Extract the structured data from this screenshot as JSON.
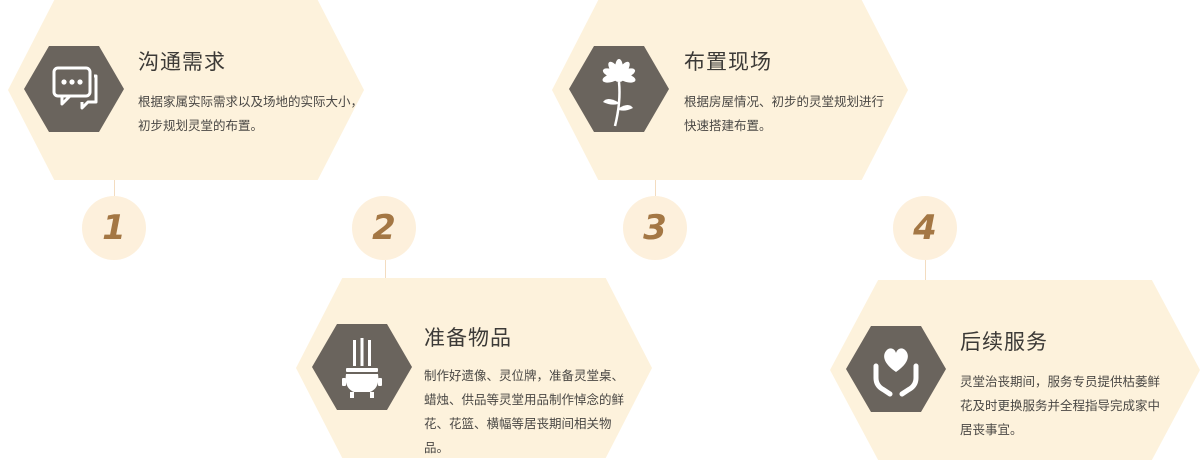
{
  "steps": [
    {
      "number": "1",
      "title": "沟通需求",
      "desc": "根据家属实际需求以及场地的实际大小，初步规划灵堂的布置。",
      "icon": "chat-bubbles-icon"
    },
    {
      "number": "2",
      "title": "准备物品",
      "desc": "制作好遗像、灵位牌，准备灵堂桌、蜡烛、供品等灵堂用品制作悼念的鲜花、花篮、横幅等居丧期间相关物品。",
      "icon": "incense-burner-icon"
    },
    {
      "number": "3",
      "title": "布置现场",
      "desc": "根据房屋情况、初步的灵堂规划进行快速搭建布置。",
      "icon": "chrysanthemum-icon"
    },
    {
      "number": "4",
      "title": "后续服务",
      "desc": "灵堂治丧期间，服务专员提供枯萎鲜花及时更换服务并全程指导完成家中居丧事宜。",
      "icon": "hands-heart-icon"
    }
  ],
  "colors": {
    "card_bg": "#fdf2dc",
    "icon_bg": "#6a645d",
    "number": "#a47744",
    "title": "#3c3a37"
  }
}
